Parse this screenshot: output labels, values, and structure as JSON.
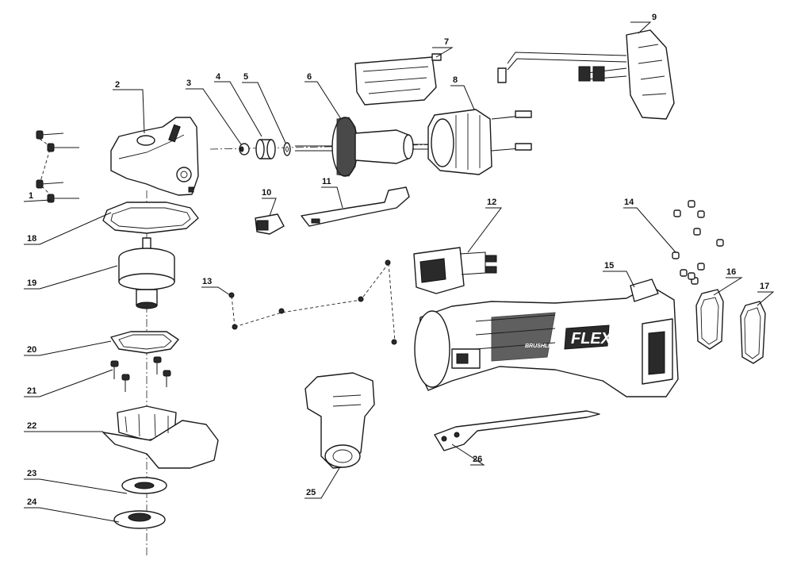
{
  "diagram": {
    "brand_logo": "FLEX",
    "brand_subtitle": "BRUSHLESS",
    "callouts": [
      "1",
      "2",
      "3",
      "4",
      "5",
      "6",
      "7",
      "8",
      "9",
      "10",
      "11",
      "12",
      "13",
      "14",
      "15",
      "16",
      "17",
      "18",
      "19",
      "20",
      "21",
      "22",
      "23",
      "24",
      "25",
      "26"
    ]
  }
}
